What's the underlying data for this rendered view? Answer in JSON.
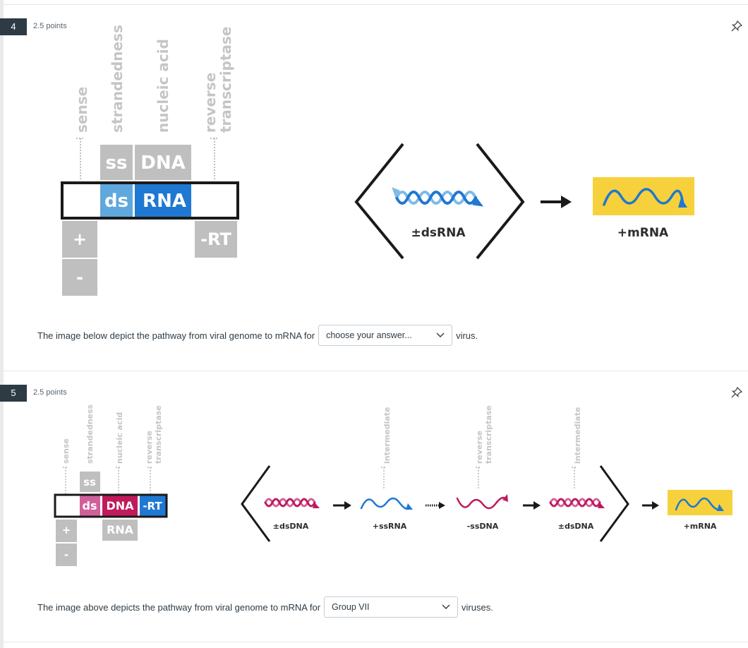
{
  "questions": [
    {
      "number": "4",
      "points": "2.5 points",
      "figure": {
        "labels": {
          "sense": "sense",
          "strandedness": "strandedness",
          "nucleic_acid": "nucleic acid",
          "rt_line1": "reverse",
          "rt_line2": "transcriptase"
        },
        "cells": {
          "ss": "ss",
          "dna": "DNA",
          "ds": "ds",
          "rna": "RNA",
          "plus": "+",
          "minus": "-",
          "rt": "-RT"
        },
        "pathway": [
          {
            "label": "±dsRNA"
          },
          {
            "label": "+mRNA"
          }
        ]
      },
      "sentence_before": "The image below depict the pathway from viral genome to mRNA for",
      "select_value": "choose your answer...",
      "sentence_after": "virus."
    },
    {
      "number": "5",
      "points": "2.5 points",
      "figure": {
        "labels": {
          "sense": "sense",
          "strandedness": "strandedness",
          "nucleic_acid": "nucleic acid",
          "rt_line1": "reverse",
          "rt_line2": "transcriptase",
          "intermediate": "intermediate"
        },
        "cells": {
          "ss": "ss",
          "ds": "ds",
          "dna": "DNA",
          "rt": "-RT",
          "rna": "RNA",
          "plus": "+",
          "minus": "-"
        },
        "pathway": [
          {
            "label": "±dsDNA"
          },
          {
            "label": "+ssRNA"
          },
          {
            "label": "-ssDNA"
          },
          {
            "label": "±dsDNA"
          },
          {
            "label": "+mRNA"
          }
        ]
      },
      "sentence_before": "The image above depicts the pathway from viral genome to mRNA for",
      "select_value": "Group VII",
      "sentence_after": "viruses."
    }
  ],
  "colors": {
    "gray_cell": "#bfbfbf",
    "light_blue": "#5fa8dd",
    "blue": "#1f78d1",
    "pink": "#d0609a",
    "magenta": "#c01a5b",
    "yellow": "#f6d13b",
    "dark": "#2d3b45"
  }
}
